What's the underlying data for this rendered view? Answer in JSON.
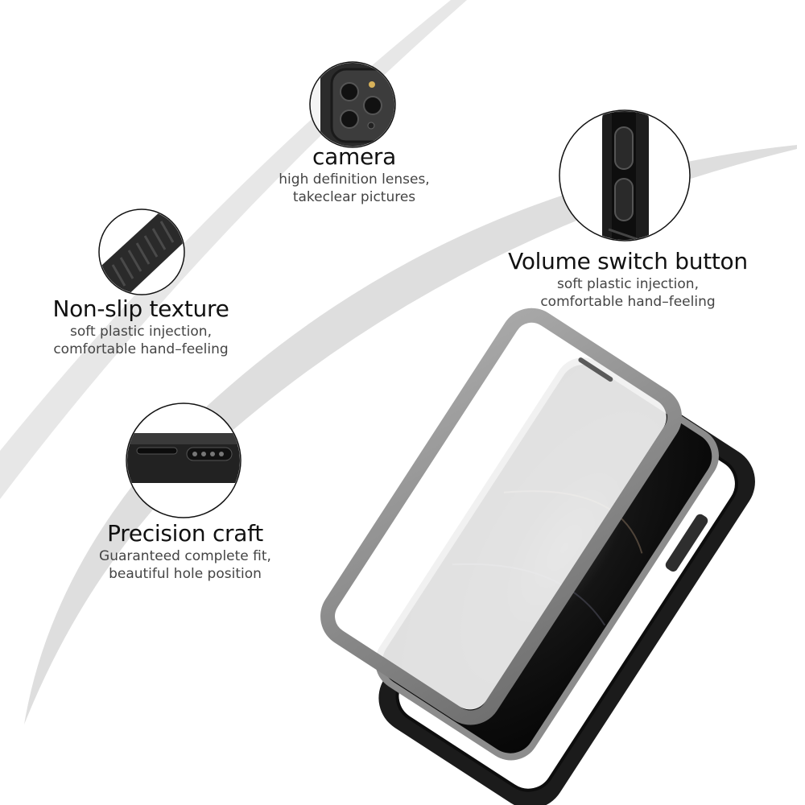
{
  "features": {
    "camera": {
      "title": "camera",
      "line1": "high definition lenses,",
      "line2": "takeclear pictures",
      "icon": "camera-module-detail"
    },
    "volume": {
      "title": "Volume switch button",
      "line1": "soft plastic injection,",
      "line2": "comfortable hand–feeling",
      "icon": "volume-buttons-detail"
    },
    "nonslip": {
      "title": "Non-slip texture",
      "line1": "soft plastic injection,",
      "line2": "comfortable hand–feeling",
      "icon": "ribbed-grip-detail"
    },
    "precision": {
      "title": "Precision craft",
      "line1": "Guaranteed complete fit,",
      "line2": "beautiful hole position",
      "icon": "port-cutout-detail"
    }
  },
  "colors": {
    "background": "#ffffff",
    "swoosh": "#d8d8d8",
    "case_black": "#1b1b1b",
    "frame_grey": "#8a8a8a"
  }
}
